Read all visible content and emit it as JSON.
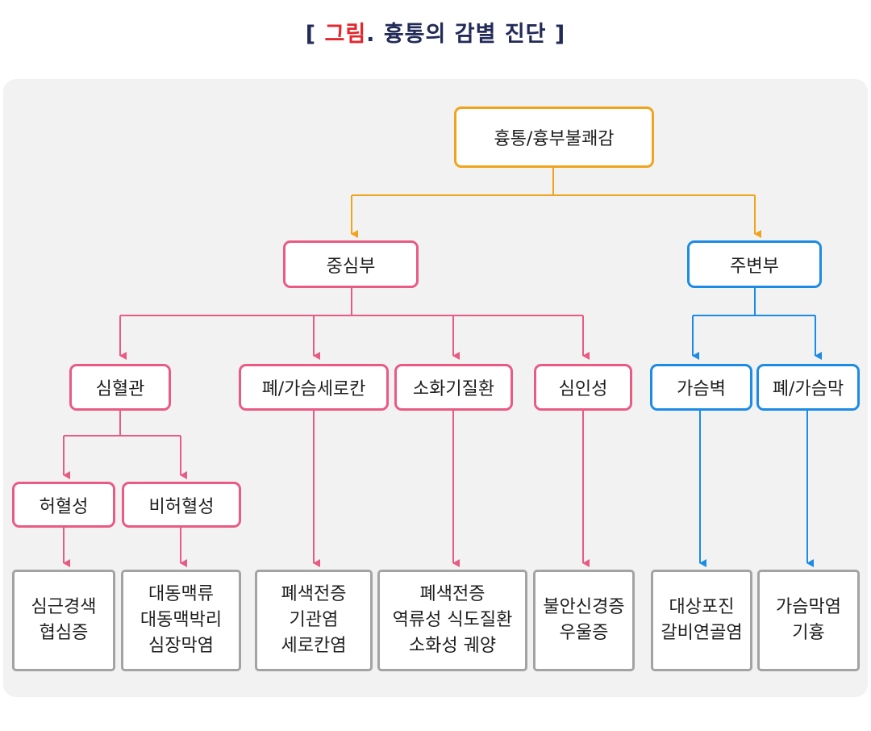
{
  "title": {
    "open": "[",
    "accent": "그림",
    "rest": ". 흉통의 감별 진단",
    "close": "]"
  },
  "colors": {
    "orange": "#f0a31c",
    "pink": "#e95a85",
    "blue": "#1c8be6",
    "gray": "#a3a3a3"
  },
  "nodes": {
    "root": "흉통/흉부불쾌감",
    "central": "중심부",
    "peripheral": "주변부",
    "cardio": "심혈관",
    "lung_pleura_mediastinum": "폐/가슴세로칸",
    "digestive": "소화기질환",
    "psychogenic": "심인성",
    "chest_wall": "가슴벽",
    "lung_pleura": "폐/가슴막",
    "ischemic": "허혈성",
    "non_ischemic": "비허혈성"
  },
  "leaves": {
    "ischemic_list": [
      "심근경색",
      "협심증"
    ],
    "non_ischemic_list": [
      "대동맥류",
      "대동맥박리",
      "심장막염"
    ],
    "lung_list": [
      "폐색전증",
      "기관염",
      "세로칸염"
    ],
    "digestive_list": [
      "폐색전증",
      "역류성 식도질환",
      "소화성 궤양"
    ],
    "psych_list": [
      "불안신경증",
      "우울증"
    ],
    "chest_wall_list": [
      "대상포진",
      "갈비연골염"
    ],
    "pleura_list": [
      "가슴막염",
      "기흉"
    ]
  }
}
